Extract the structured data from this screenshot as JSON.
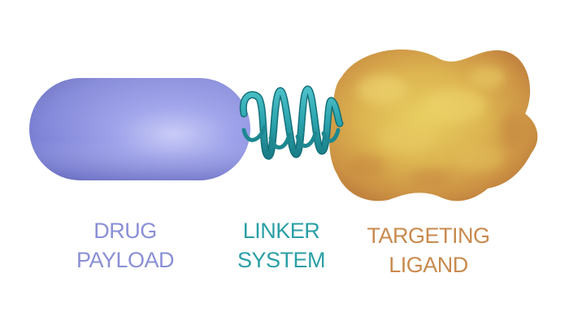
{
  "components": [
    {
      "name": "drug-payload",
      "lines": [
        "DRUG",
        "PAYLOAD"
      ],
      "color": "#8a8fd6",
      "shape_color": "#8c90e2"
    },
    {
      "name": "linker-system",
      "lines": [
        "LINKER",
        "SYSTEM"
      ],
      "color": "#2a9fa6",
      "shape_color": "#2aa3ad"
    },
    {
      "name": "targeting-ligand",
      "lines": [
        "TARGETING",
        "LIGAND"
      ],
      "color": "#c98a4e",
      "shape_color": "#d49a45"
    }
  ]
}
